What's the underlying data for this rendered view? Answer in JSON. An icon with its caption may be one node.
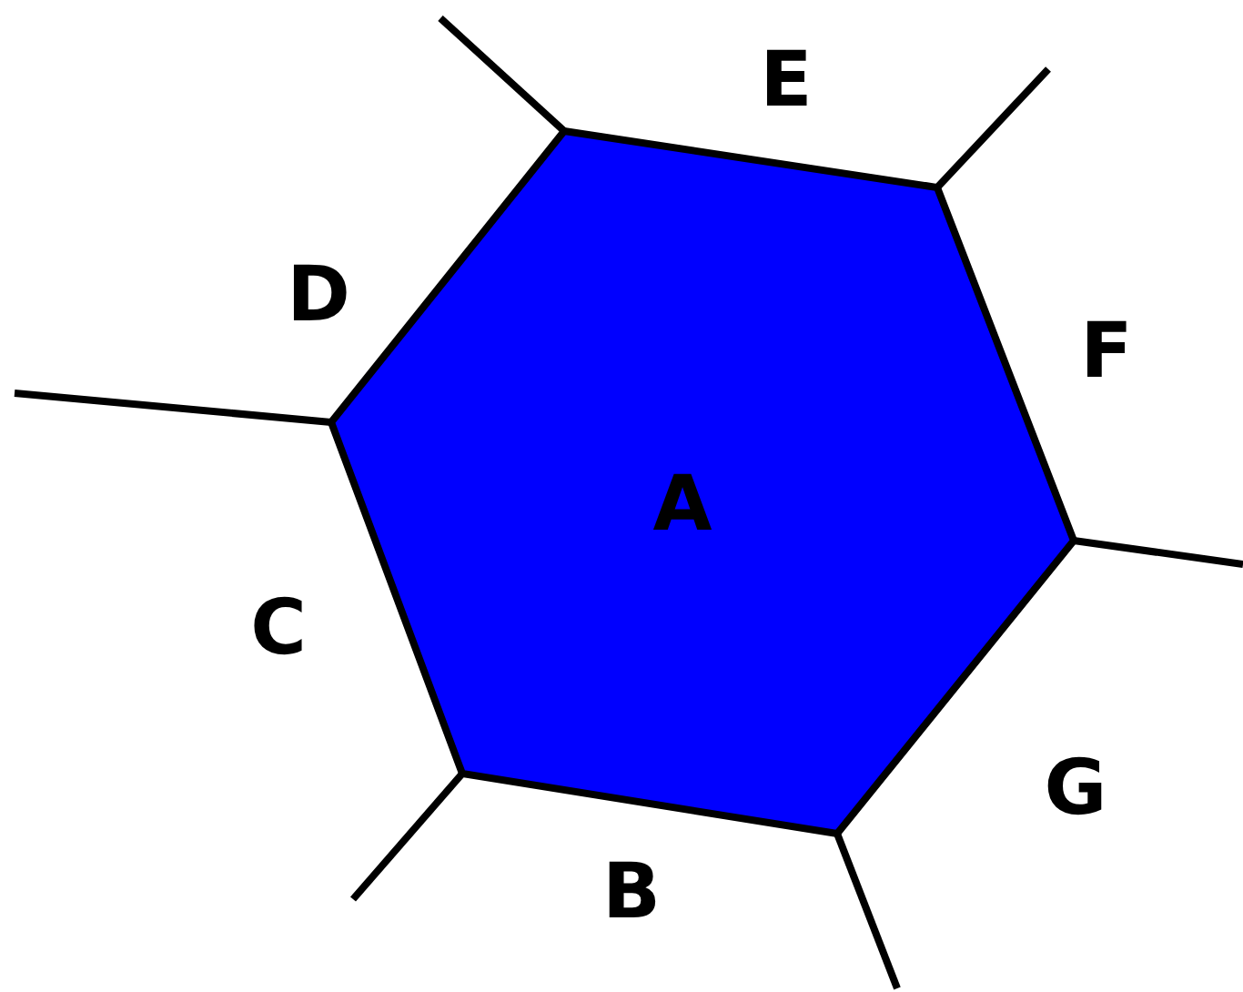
{
  "diagram": {
    "nodes": [
      {
        "text": [
          "A"
        ]
      }
    ],
    "labels": [
      "E",
      "D",
      "F",
      "C",
      "G",
      "B"
    ]
  }
}
